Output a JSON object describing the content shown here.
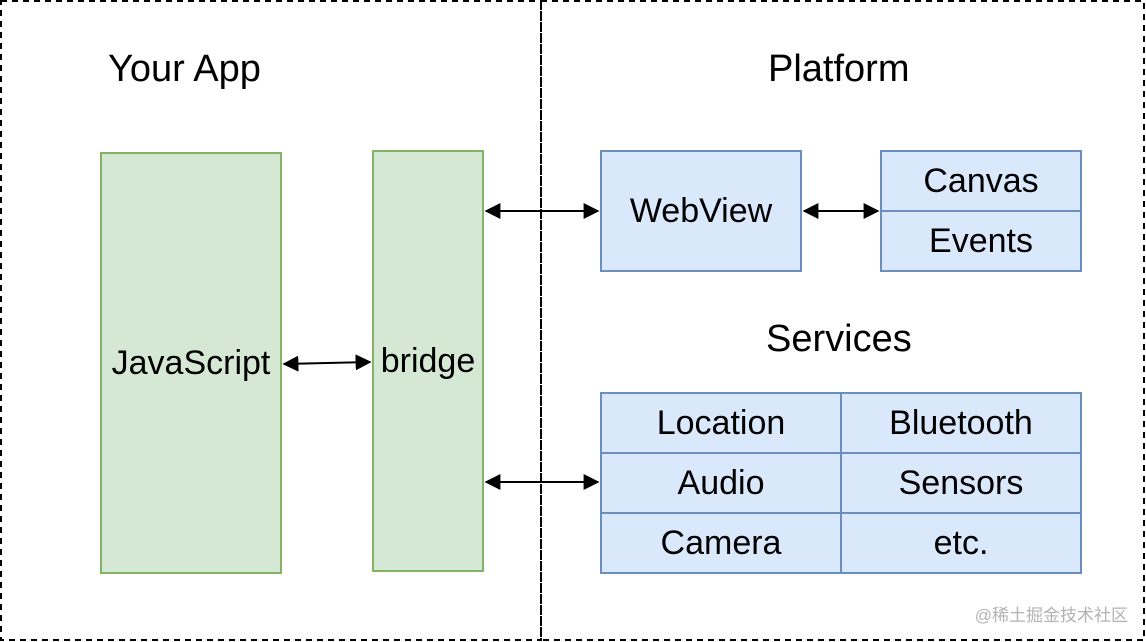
{
  "your_app": {
    "title": "Your App",
    "javascript_label": "JavaScript",
    "bridge_label": "bridge"
  },
  "platform": {
    "title": "Platform",
    "webview_label": "WebView",
    "webview_parts": [
      "Canvas",
      "Events"
    ],
    "services_title": "Services",
    "services": [
      [
        "Location",
        "Bluetooth"
      ],
      [
        "Audio",
        "Sensors"
      ],
      [
        "Camera",
        "etc."
      ]
    ]
  },
  "colors": {
    "green_fill": "#d5e8d4",
    "green_stroke": "#82b366",
    "blue_fill": "#dae8fc",
    "blue_stroke": "#6c8ebf"
  },
  "watermark": "@稀土掘金技术社区"
}
